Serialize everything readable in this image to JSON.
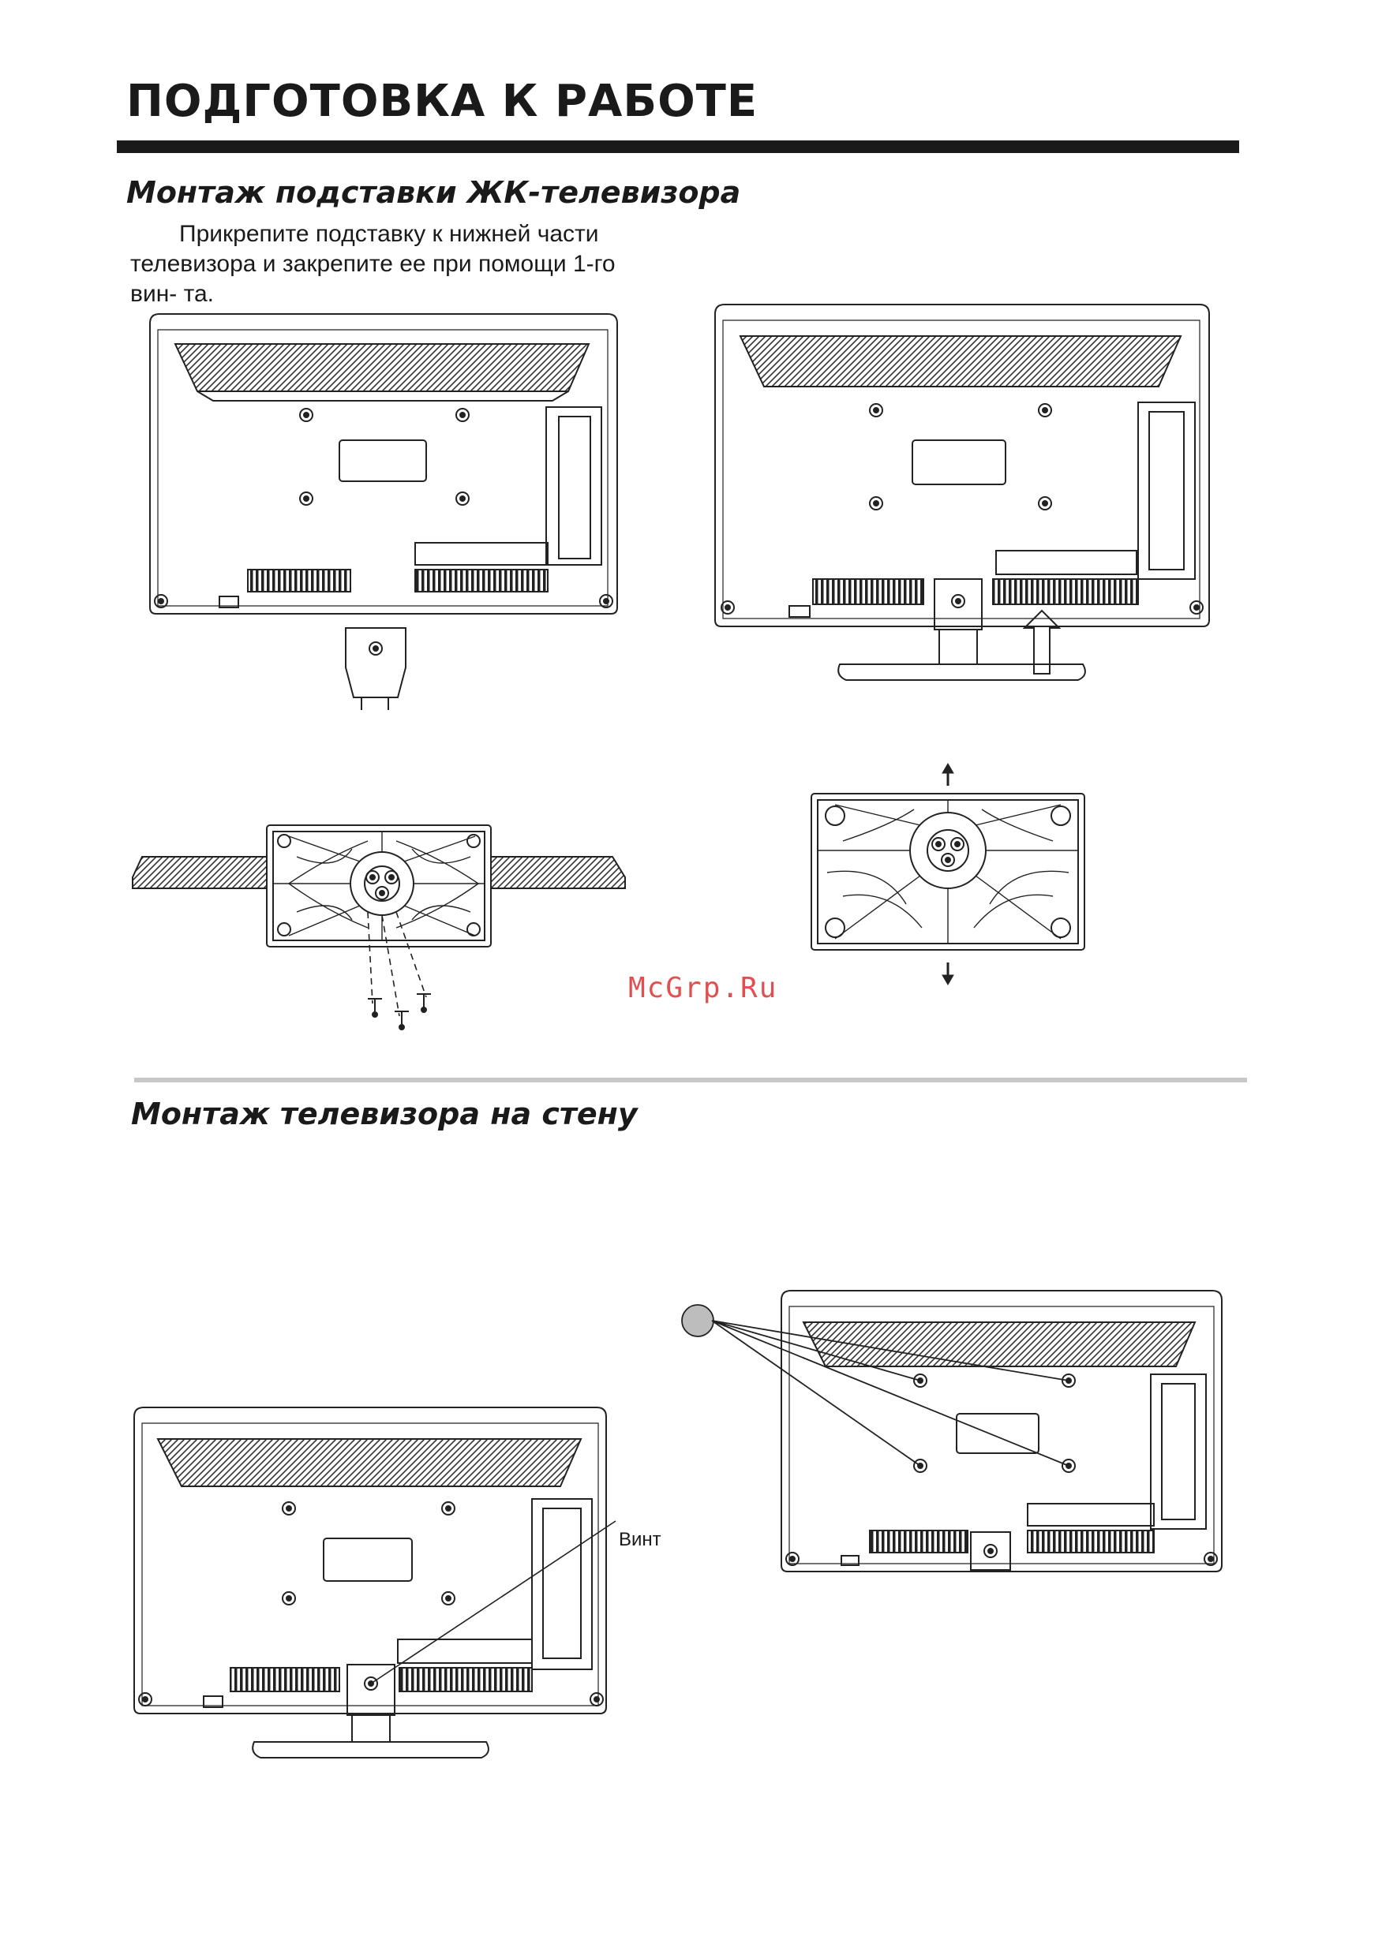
{
  "header": {
    "title": "ПОДГОТОВКА К РАБОТЕ"
  },
  "stand_section": {
    "heading": "Монтаж подставки ЖК-телевизора",
    "text": "Прикрепите подставку к нижней части телевизора и закрепите ее при помощи 1-го вин- та."
  },
  "wall_section": {
    "heading": "Монтаж телевизора на стену",
    "screw_label": "Винт"
  },
  "watermark": "McGrp.Ru"
}
